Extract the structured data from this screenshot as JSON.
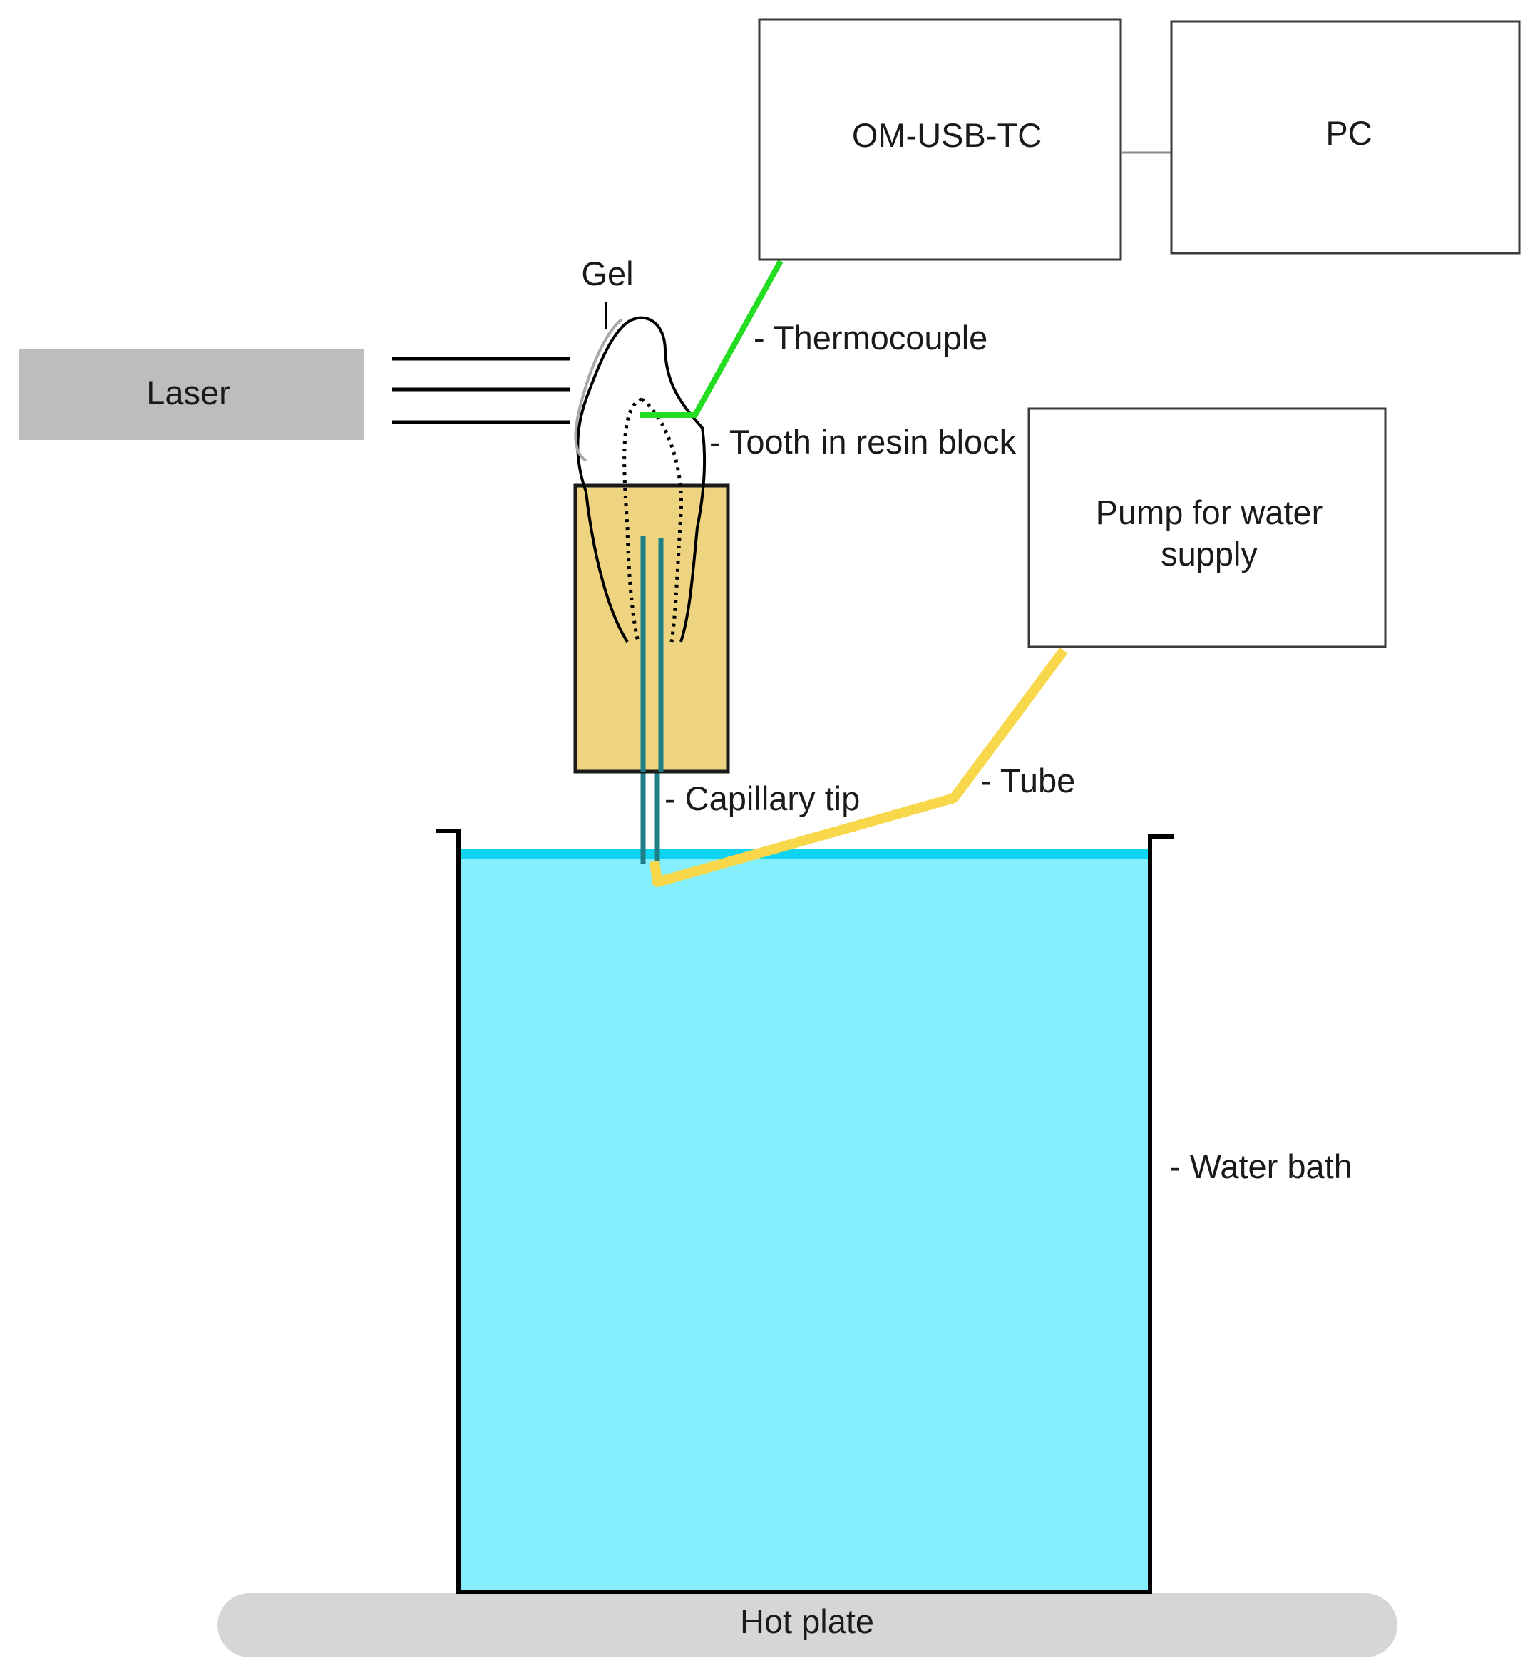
{
  "boxes": {
    "om_usb_tc": "OM-USB-TC",
    "pc": "PC",
    "laser": "Laser",
    "pump_line1": "Pump for water",
    "pump_line2": "supply",
    "hot_plate": "Hot plate"
  },
  "labels": {
    "gel": "Gel",
    "thermocouple": "- Thermocouple",
    "tooth": "- Tooth in resin block",
    "capillary": "- Capillary tip",
    "tube": "- Tube",
    "water_bath": "- Water bath"
  },
  "colors": {
    "water": "#84EEFC",
    "water_surface": "#0ED4F2",
    "resin": "#EED481",
    "thermocouple_wire": "#22DD22",
    "tube": "#F8D84A",
    "capillary": "#1F7E86",
    "laser_box": "#BDBDBD",
    "hot_plate": "#D6D6D6"
  }
}
